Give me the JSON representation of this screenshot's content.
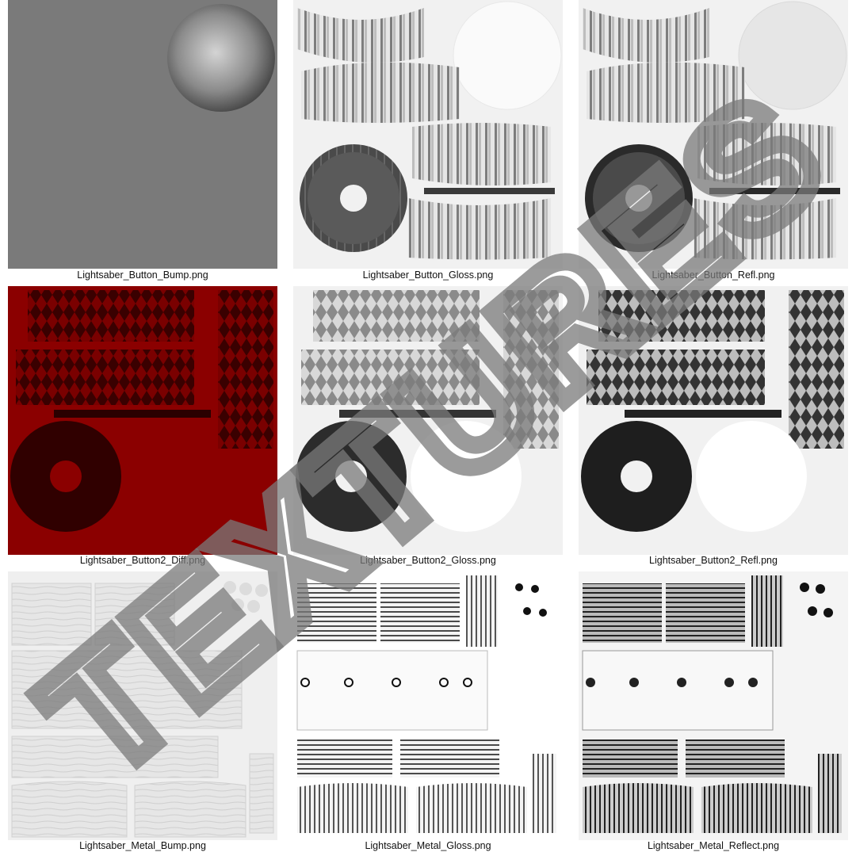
{
  "captions": [
    "Lightsaber_Button_Bump.png",
    "Lightsaber_Button_Gloss.png",
    "Lightsaber_Button_Refl.png",
    "Lightsaber_Button2_Diff.png",
    "Lightsaber_Button2_Gloss.png",
    "Lightsaber_Button2_Refl.png",
    "Lightsaber_Metal_Bump.png",
    "Lightsaber_Metal_Gloss.png",
    "Lightsaber_Metal_Reflect.png"
  ],
  "watermark": "TEXTURES",
  "colors": {
    "bump_gray": "#7a7a7a",
    "diff_red": "#8b0000",
    "light_bg": "#f1f1f1"
  }
}
